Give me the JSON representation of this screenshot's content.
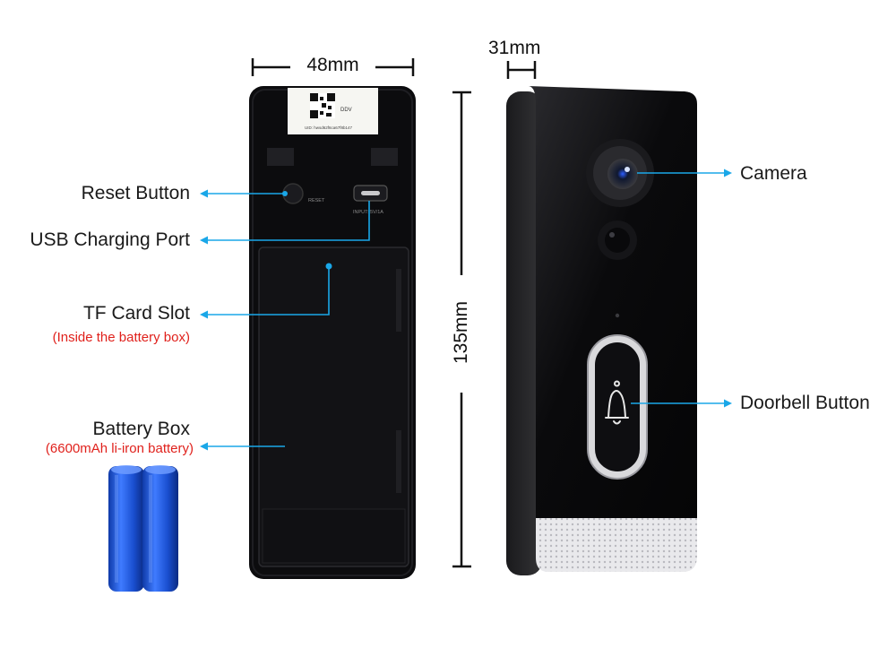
{
  "dimensions": {
    "width": "48mm",
    "depth": "31mm",
    "height": "135mm"
  },
  "back_labels": {
    "reset": "Reset Button",
    "usb": "USB Charging Port",
    "tf": "TF Card Slot",
    "tf_note": "(Inside the battery box)",
    "battery": "Battery Box",
    "battery_note": "(6600mAh li-iron battery)"
  },
  "front_labels": {
    "camera": "Camera",
    "doorbell": "Doorbell Button"
  },
  "device_print": {
    "reset": "RESET",
    "input": "INPUT: 5V/1A",
    "brand": "DDV",
    "serial": "UID: hwsd62f6ca67f8b147"
  },
  "colors": {
    "accent": "#1aa7e8",
    "note": "#e0211c",
    "body": "#0c0c0e"
  },
  "icons": [
    "bell-icon",
    "qr-code-icon",
    "usb-c-port-icon"
  ]
}
